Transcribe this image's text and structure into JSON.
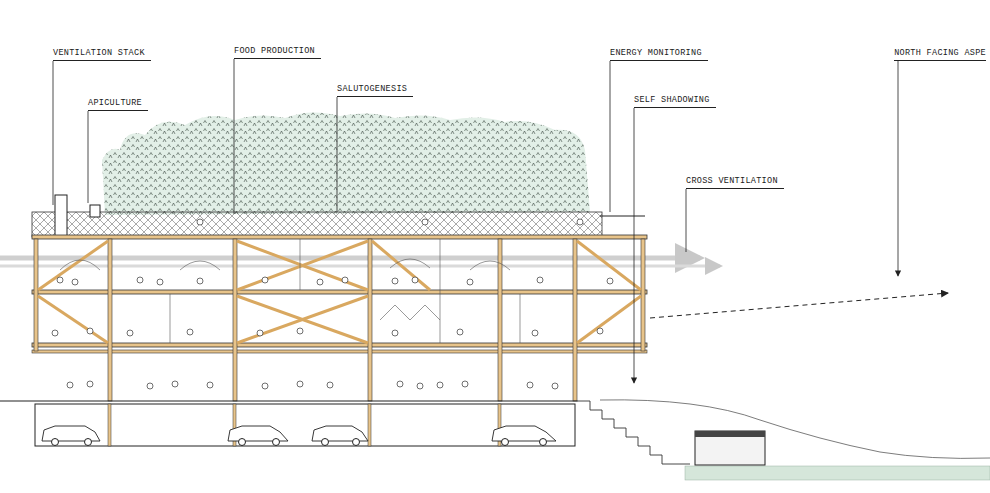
{
  "diagram": {
    "labels": [
      "VENTILATION STACK",
      "APICULTURE",
      "FOOD PRODUCTION",
      "SALUTOGENESIS",
      "ENERGY MONITORING",
      "SELF SHADOWING",
      "CROSS VENTILATION",
      "NORTH FACING ASPE"
    ]
  }
}
